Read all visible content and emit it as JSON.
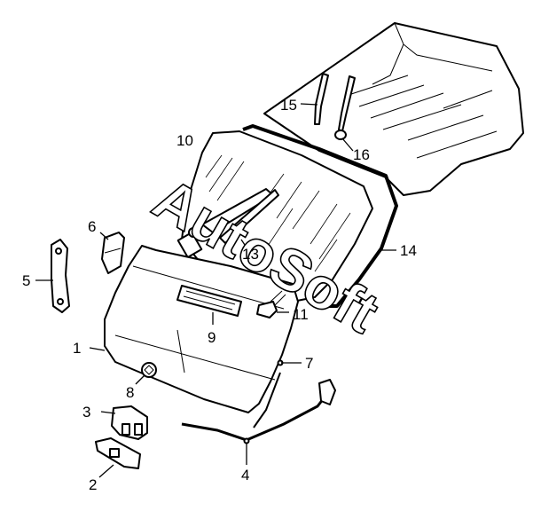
{
  "watermark": "AutoSoft",
  "callouts": [
    "1",
    "2",
    "3",
    "4",
    "5",
    "6",
    "7",
    "8",
    "9",
    "10",
    "11",
    "13",
    "14",
    "15",
    "16"
  ],
  "colors": {
    "line": "#000000",
    "background": "#ffffff"
  }
}
